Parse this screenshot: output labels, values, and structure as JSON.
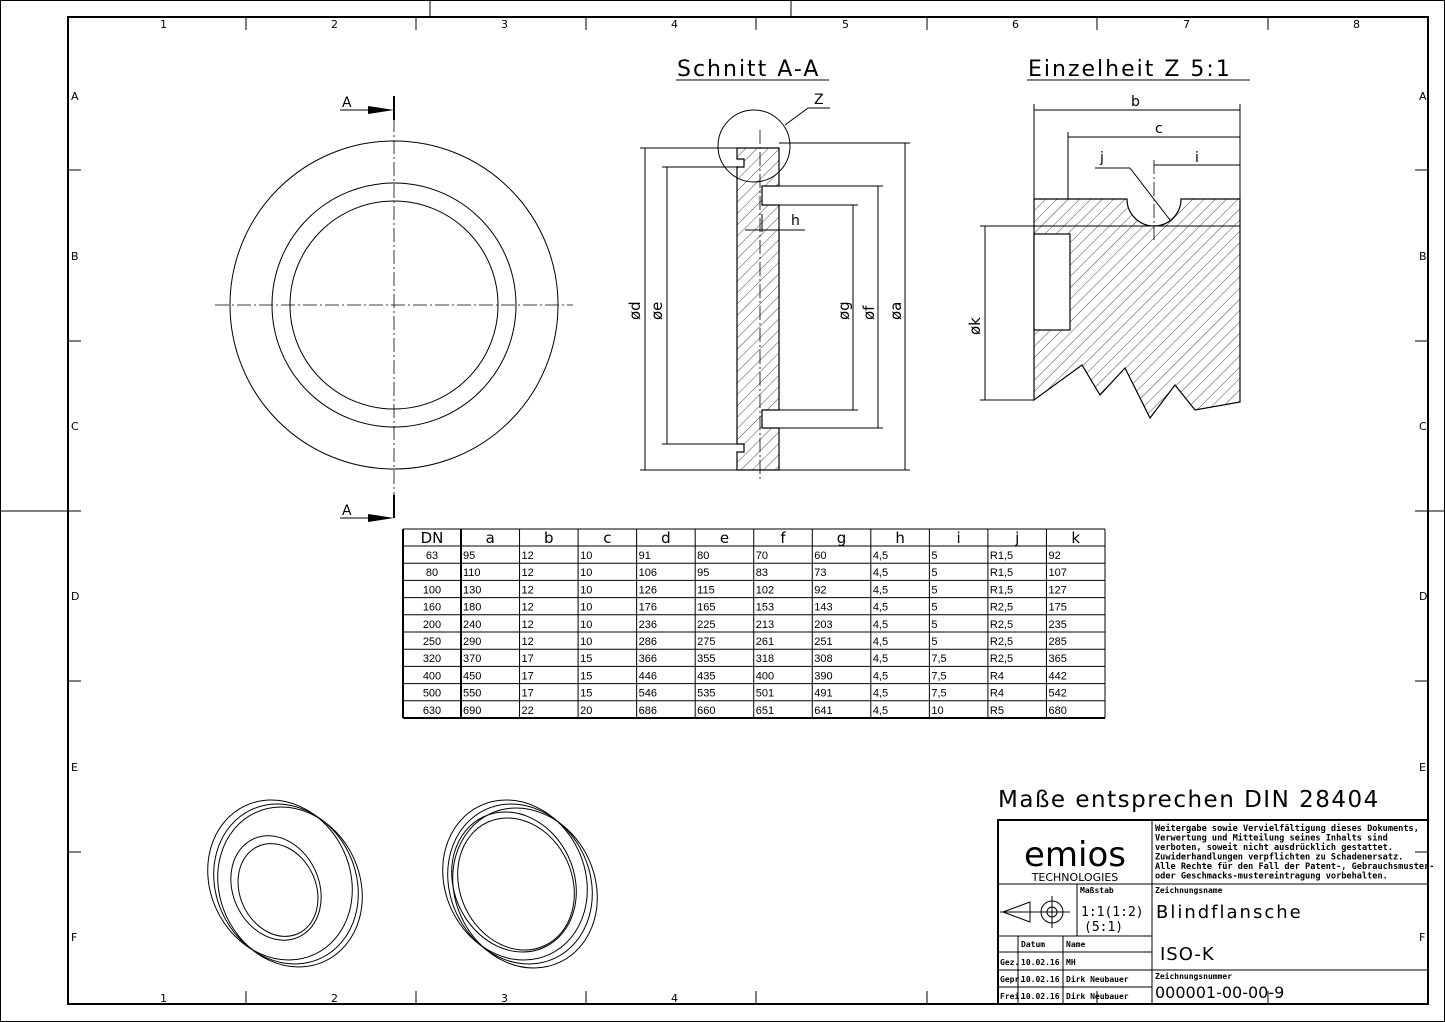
{
  "frame": {
    "columns": [
      "1",
      "2",
      "3",
      "4",
      "5",
      "6",
      "7",
      "8"
    ],
    "rows": [
      "A",
      "B",
      "C",
      "D",
      "E",
      "F"
    ],
    "bottom_columns": [
      "1",
      "2",
      "3",
      "4"
    ]
  },
  "views": {
    "section_title": "Schnitt A-A",
    "detail_title": "Einzelheit Z 5:1",
    "section_marker": "A",
    "detail_marker": "Z",
    "dims_section": [
      "ød",
      "øe",
      "øg",
      "øf",
      "øa",
      "h"
    ],
    "dims_detail": [
      "b",
      "c",
      "j",
      "i",
      "øk"
    ]
  },
  "table": {
    "headers": [
      "DN",
      "a",
      "b",
      "c",
      "d",
      "e",
      "f",
      "g",
      "h",
      "i",
      "j",
      "k"
    ],
    "rows": [
      [
        "63",
        "95",
        "12",
        "10",
        "91",
        "80",
        "70",
        "60",
        "4,5",
        "5",
        "R1,5",
        "92"
      ],
      [
        "80",
        "110",
        "12",
        "10",
        "106",
        "95",
        "83",
        "73",
        "4,5",
        "5",
        "R1,5",
        "107"
      ],
      [
        "100",
        "130",
        "12",
        "10",
        "126",
        "115",
        "102",
        "92",
        "4,5",
        "5",
        "R1,5",
        "127"
      ],
      [
        "160",
        "180",
        "12",
        "10",
        "176",
        "165",
        "153",
        "143",
        "4,5",
        "5",
        "R2,5",
        "175"
      ],
      [
        "200",
        "240",
        "12",
        "10",
        "236",
        "225",
        "213",
        "203",
        "4,5",
        "5",
        "R2,5",
        "235"
      ],
      [
        "250",
        "290",
        "12",
        "10",
        "286",
        "275",
        "261",
        "251",
        "4,5",
        "5",
        "R2,5",
        "285"
      ],
      [
        "320",
        "370",
        "17",
        "15",
        "366",
        "355",
        "318",
        "308",
        "4,5",
        "7,5",
        "R2,5",
        "365"
      ],
      [
        "400",
        "450",
        "17",
        "15",
        "446",
        "435",
        "400",
        "390",
        "4,5",
        "7,5",
        "R4",
        "442"
      ],
      [
        "500",
        "550",
        "17",
        "15",
        "546",
        "535",
        "501",
        "491",
        "4,5",
        "7,5",
        "R4",
        "542"
      ],
      [
        "630",
        "690",
        "22",
        "20",
        "686",
        "660",
        "651",
        "641",
        "4,5",
        "10",
        "R5",
        "680"
      ]
    ]
  },
  "note": "Maße entsprechen DIN 28404",
  "title_block": {
    "logo_main": "emios",
    "logo_sub": "TECHNOLOGIES",
    "copyright": [
      "Weitergabe sowie Vervielfältigung dieses Dokuments,",
      "Verwertung und Mitteilung seines Inhalts sind",
      "verboten, soweit nicht ausdrücklich gestattet.",
      "Zuwiderhandlungen verpflichten zu Schadenersatz.",
      "Alle Rechte für den Fall der Patent-, Gebrauchsmuster-",
      "oder Geschmacks-mustereintragung vorbehalten."
    ],
    "scale_label": "Maßstab",
    "scale_line1": "1:1(1:2)",
    "scale_line2": "(5:1)",
    "name_label": "Zeichnungsname",
    "name": "Blindflansche",
    "subname": "ISO-K",
    "number_label": "Zeichnungsnummer",
    "number": "000001-00-00-9",
    "col_date": "Datum",
    "col_name": "Name",
    "signoffs": [
      {
        "role": "Gez.",
        "date": "10.02.16",
        "name": "MH"
      },
      {
        "role": "Gepr.",
        "date": "10.02.16",
        "name": "Dirk Neubauer"
      },
      {
        "role": "Frei.",
        "date": "10.02.16",
        "name": "Dirk Neubauer"
      }
    ]
  }
}
